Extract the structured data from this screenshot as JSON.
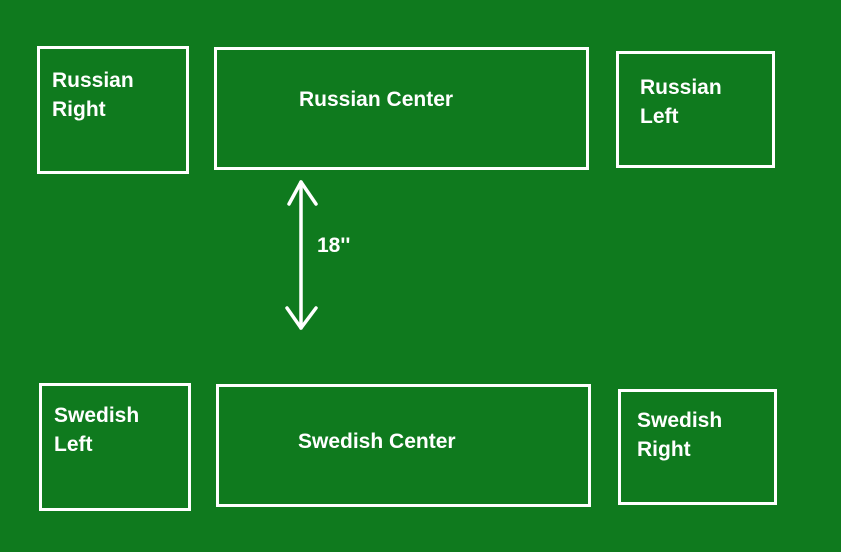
{
  "colors": {
    "background": "#0f7a1e",
    "lines": "#ffffff"
  },
  "russian": {
    "right": {
      "line1": "Russian",
      "line2": "Right"
    },
    "center": {
      "label": "Russian Center"
    },
    "left": {
      "line1": "Russian",
      "line2": "Left"
    }
  },
  "gap": {
    "label": "18''"
  },
  "swedish": {
    "left": {
      "line1": "Swedish",
      "line2": "Left"
    },
    "center": {
      "label": "Swedish Center"
    },
    "right": {
      "line1": "Swedish",
      "line2": "Right"
    }
  }
}
